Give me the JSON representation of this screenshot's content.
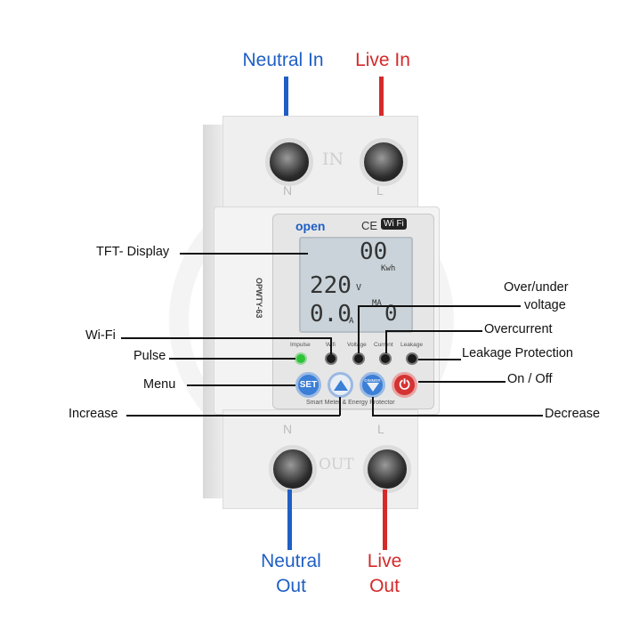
{
  "top_wires": {
    "neutral_label": "Neutral In",
    "live_label": "Live In"
  },
  "bottom_wires": {
    "neutral_label_line1": "Neutral",
    "neutral_label_line2": "Out",
    "live_label_line1": "Live",
    "live_label_line2": "Out"
  },
  "device": {
    "in_label": "IN",
    "out_label": "OUT",
    "top_n": "N",
    "top_l": "L",
    "bottom_n": "N",
    "bottom_l": "L",
    "brand": "open",
    "ce_mark": "CE",
    "wifi_badge": "Wi Fi",
    "model": "OPWTY-63",
    "display": {
      "energy_value": "00",
      "energy_unit": "Kwh",
      "voltage_value": "220",
      "voltage_unit": "V",
      "current_value": "0.0",
      "current_unit": "A",
      "leak_unit": "MA",
      "leak_value": "0"
    },
    "indicator_labels": [
      "Impulse",
      "Wifi",
      "Voltage",
      "Current",
      "Leakage"
    ],
    "buttons": {
      "set": "SET",
      "dimmer": "DIMMER"
    },
    "footer": "Smart Meter & Energy Protector"
  },
  "callouts": {
    "tft": "TFT- Display",
    "wifi": "Wi-Fi",
    "pulse": "Pulse",
    "menu": "Menu",
    "increase": "Increase",
    "over_under_1": "Over/under",
    "over_under_2": "voltage",
    "overcurrent": "Overcurrent",
    "leakage": "Leakage Protection",
    "onoff": "On / Off",
    "decrease": "Decrease"
  },
  "colors": {
    "neutral": "#1f5fc4",
    "live": "#d42a2a",
    "lcd": "#c9d3d9",
    "led_green": "#2fc33a",
    "power": "#d43333",
    "button_blue": "#3b7fd6"
  }
}
